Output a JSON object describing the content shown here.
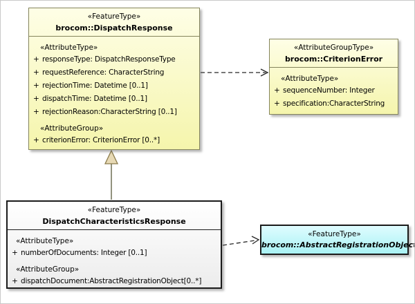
{
  "colors": {
    "class_fill": "#F5F5AC",
    "class_border": "#84845C",
    "feature_fill": "#F2F2F2",
    "feature_border": "#1A1A1A",
    "object_fill": "#CCFFFF",
    "connector": "#262626",
    "generalization_fill": "#E7D9B4",
    "generalization_stroke": "#8A7A4A"
  },
  "boxes": {
    "dispatch_response": {
      "stereotype": "«FeatureType»",
      "name": "brocom::DispatchResponse",
      "attr_heading": "«AttributeType»",
      "attributes": [
        {
          "vis": "+",
          "text": "responseType: DispatchResponseType"
        },
        {
          "vis": "+",
          "text": "requestReference: CharacterString"
        },
        {
          "vis": "+",
          "text": "rejectionTime: Datetime [0..1]"
        },
        {
          "vis": "+",
          "text": "dispatchTime: Datetime [0..1]"
        },
        {
          "vis": "+",
          "text": "rejectionReason:CharacterString [0..1]"
        }
      ],
      "group_heading": "«AttributeGroup»",
      "groups": [
        {
          "vis": "+",
          "text": "criterionError: CriterionError [0..*]"
        }
      ]
    },
    "criterion_error": {
      "stereotype": "«AttributeGroupType»",
      "name": "brocom::CriterionError",
      "attr_heading": "«AttributeType»",
      "attributes": [
        {
          "vis": "+",
          "text": "sequenceNumber: Integer"
        },
        {
          "vis": "+",
          "text": "specification:CharacterString"
        }
      ]
    },
    "dispatch_characteristics_response": {
      "stereotype": "«FeatureType»",
      "name": "DispatchCharacteristicsResponse",
      "attr_heading": "«AttributeType»",
      "attributes": [
        {
          "vis": "+",
          "text": "numberOfDocuments: Integer [0..1]"
        }
      ],
      "group_heading": "«AttributeGroup»",
      "groups": [
        {
          "vis": "+",
          "text": "dispatchDocument:AbstractRegistrationObject[0..*]"
        }
      ]
    },
    "abstract_registration_object": {
      "stereotype": "«FeatureType»",
      "name": "brocom::AbstractRegistrationObject"
    }
  },
  "connectors": [
    {
      "type": "dependency",
      "from": "brocom::DispatchResponse",
      "to": "brocom::CriterionError"
    },
    {
      "type": "generalization",
      "from": "DispatchCharacteristicsResponse",
      "to": "brocom::DispatchResponse"
    },
    {
      "type": "dependency",
      "from": "DispatchCharacteristicsResponse",
      "to": "brocom::AbstractRegistrationObject"
    }
  ]
}
